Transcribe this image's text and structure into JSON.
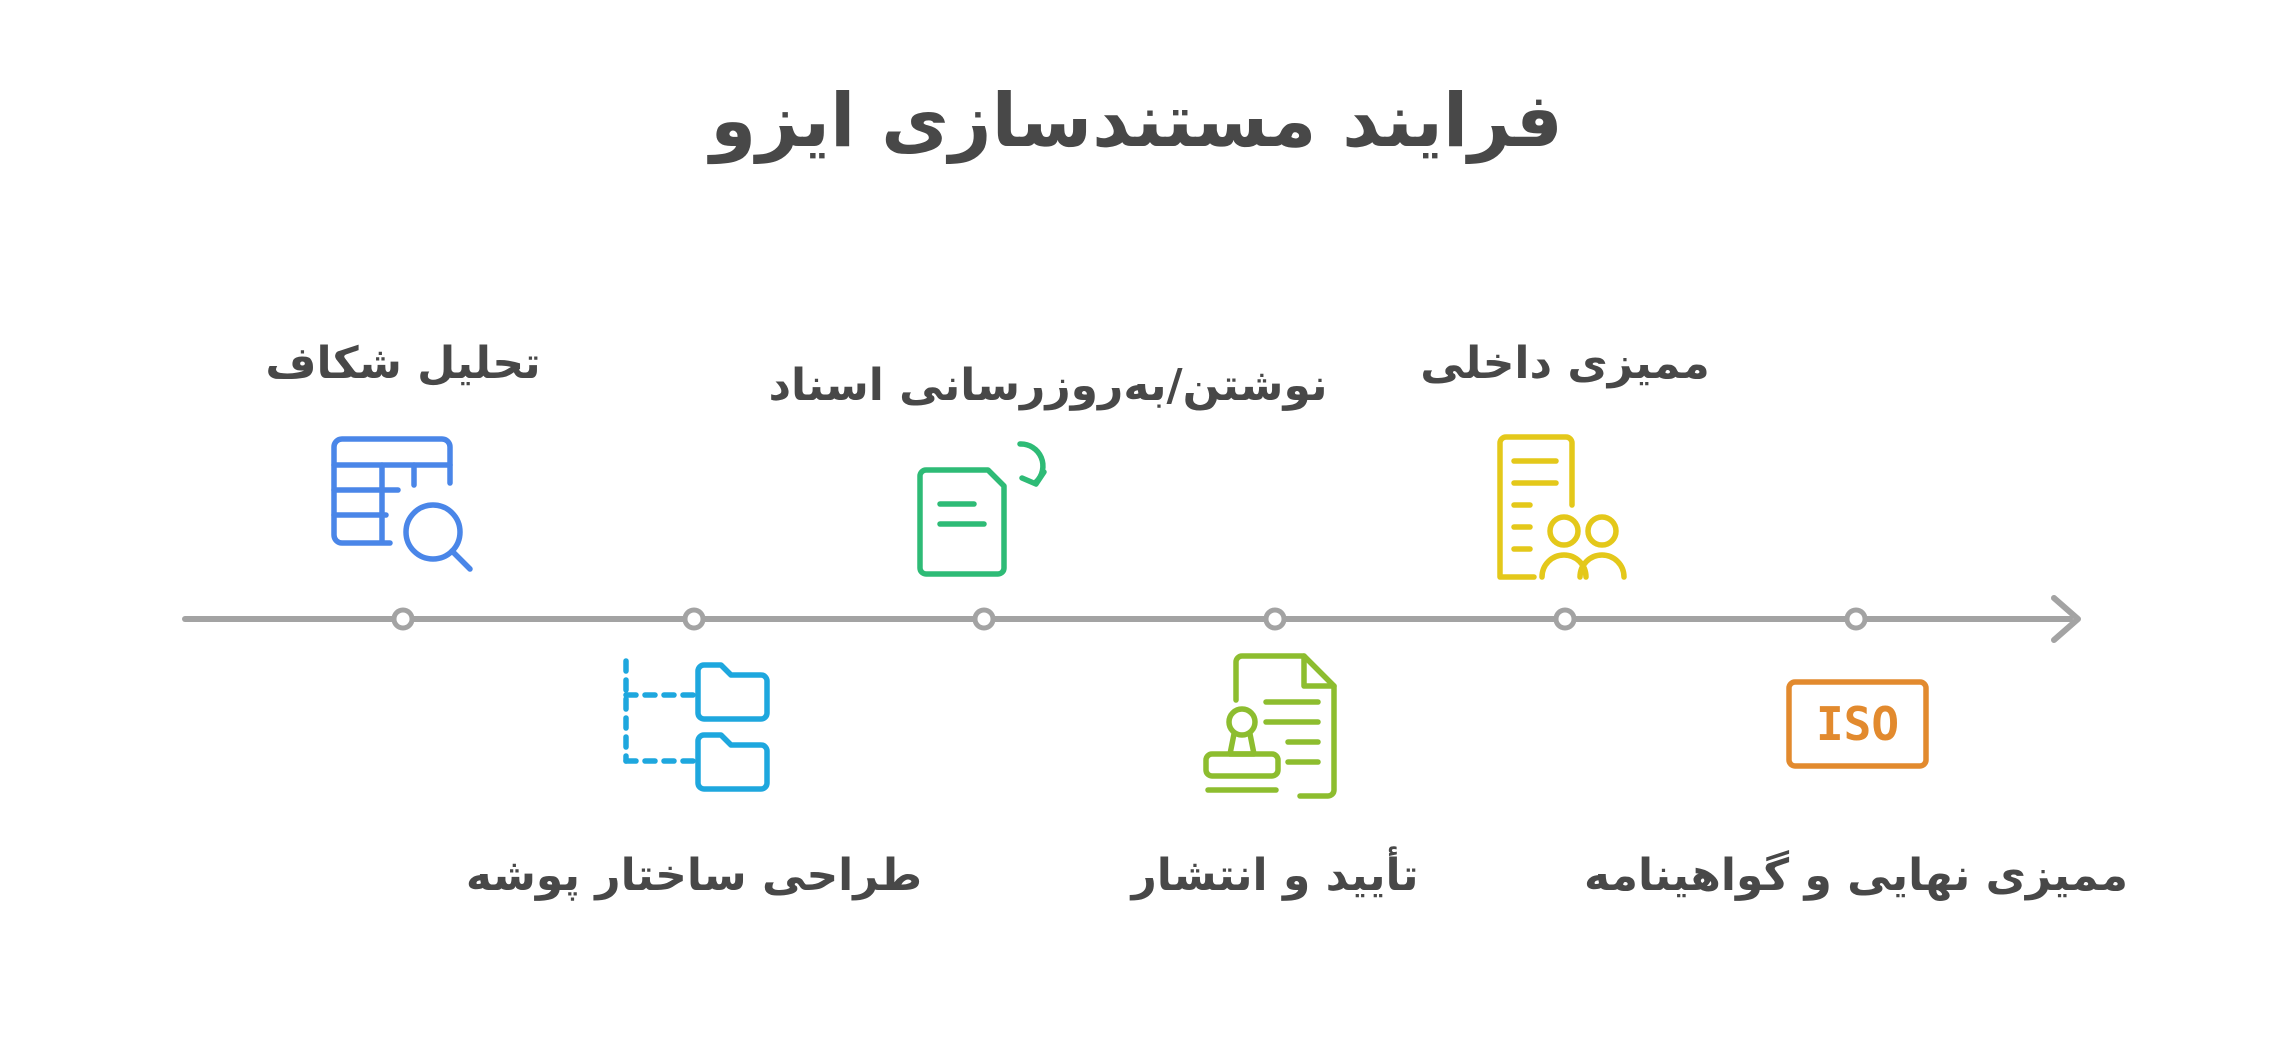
{
  "title": "فرایند مستندسازی ایزو",
  "stages": [
    {
      "label": "تحلیل شکاف",
      "icon": "table-search-icon",
      "color": "#4A86E8",
      "position": "above"
    },
    {
      "label": "طراحی ساختار پوشه",
      "icon": "folder-structure-icon",
      "color": "#1EA7DE",
      "position": "below"
    },
    {
      "label": "نوشتن/به‌روزرسانی اسناد",
      "icon": "document-update-icon",
      "color": "#2EBB76",
      "position": "above"
    },
    {
      "label": "تأیید و انتشار",
      "icon": "stamp-document-icon",
      "color": "#8DBD2F",
      "position": "below"
    },
    {
      "label": "ممیزی داخلی",
      "icon": "document-audit-team-icon",
      "color": "#E4C81A",
      "position": "above"
    },
    {
      "label": "ممیزی نهایی و گواهینامه",
      "icon": "iso-certificate-icon",
      "iconText": "ISO",
      "color": "#E28A2E",
      "position": "below"
    }
  ],
  "axis_color": "#A3A3A3"
}
